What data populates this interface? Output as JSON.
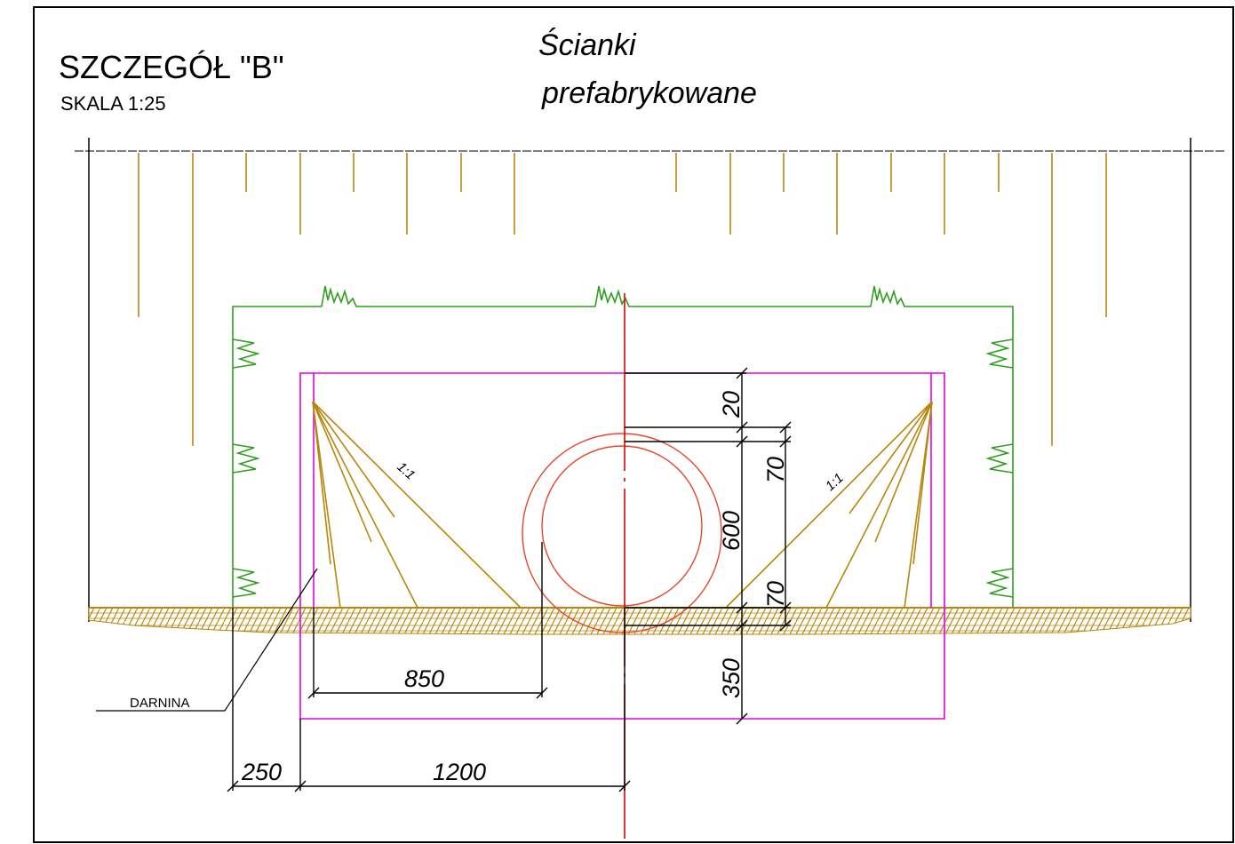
{
  "title": "SZCZEGÓŁ \"B\"",
  "scale": "SKALA 1:25",
  "caption": {
    "line1": "Ścianki",
    "line2": "prefabrykowane"
  },
  "slope_labels": {
    "left": "1:1",
    "right": "1:1"
  },
  "material_label": "DARNINA",
  "dimensions": {
    "vertical": [
      "20",
      "70",
      "600",
      "70",
      "350"
    ],
    "horizontal": [
      "850",
      "250",
      "1200"
    ]
  },
  "colors": {
    "border": "#000000",
    "wall": "#e600e6",
    "pipe": "#e8452a",
    "axis": "#e00000",
    "earth": "#b8860b",
    "grass": "#2e9e1e",
    "dimension": "#000000"
  }
}
